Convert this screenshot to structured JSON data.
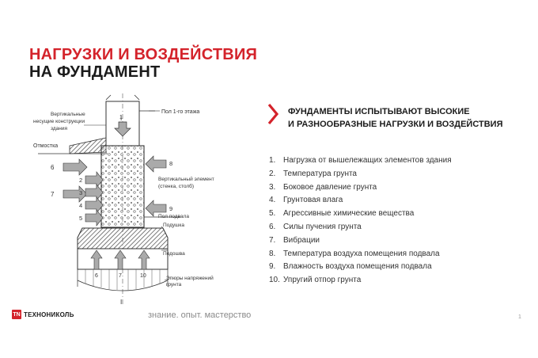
{
  "title": {
    "line1": "НАГРУЗКИ И ВОЗДЕЙСТВИЯ",
    "line2": "НА ФУНДАМЕНТ"
  },
  "headline": {
    "line1": "ФУНДАМЕНТЫ ИСПЫТЫВАЮТ ВЫСОКИЕ",
    "line2": "И РАЗНООБРАЗНЫЕ НАГРУЗКИ И ВОЗДЕЙСТВИЯ"
  },
  "items": [
    {
      "num": "1.",
      "text": "Нагрузка от вышележащих элементов здания"
    },
    {
      "num": "2.",
      "text": "Температура грунта"
    },
    {
      "num": "3.",
      "text": "Боковое давление грунта"
    },
    {
      "num": "4.",
      "text": "Грунтовая влага"
    },
    {
      "num": "5.",
      "text": "Агрессивные химические вещества"
    },
    {
      "num": "6.",
      "text": "Силы пучения грунта"
    },
    {
      "num": "7.",
      "text": "Вибрации"
    },
    {
      "num": "8.",
      "text": "Температура воздуха помещения подвала"
    },
    {
      "num": "9.",
      "text": "Влажность воздуха помещения подвала"
    },
    {
      "num": "10.",
      "text": "Упругий отпор грунта"
    }
  ],
  "diagram": {
    "labels": {
      "floor1": "Пол 1-го этажа",
      "vertical1": "Вертикальные",
      "vertical2": "несущие конструкции",
      "vertical3": "здания",
      "otmostka": "Отмостка",
      "element1": "Вертикальный элемент",
      "element2": "(стенка, столб)",
      "basement_floor": "Пол подвала",
      "podushka": "Подушка",
      "podoshva": "Подошва",
      "epure1": "Эпюры напряжений",
      "epure2": "грунта"
    },
    "numbers": {
      "n1": "1",
      "n2": "2",
      "n3": "3",
      "n4": "4",
      "n5": "5",
      "n6a": "6",
      "n7a": "7",
      "n8": "8",
      "n9": "9",
      "n6b": "6",
      "n7b": "7",
      "n10": "10",
      "axis_top": "I",
      "axis_bottom": "I"
    }
  },
  "footer": {
    "logo_mark": "TN",
    "logo_text": "ТЕХНОНИКОЛЬ",
    "slogan": "знание. опыт. мастерство",
    "page": "1"
  },
  "colors": {
    "accent": "#d4232b",
    "text": "#1b1b1b"
  }
}
